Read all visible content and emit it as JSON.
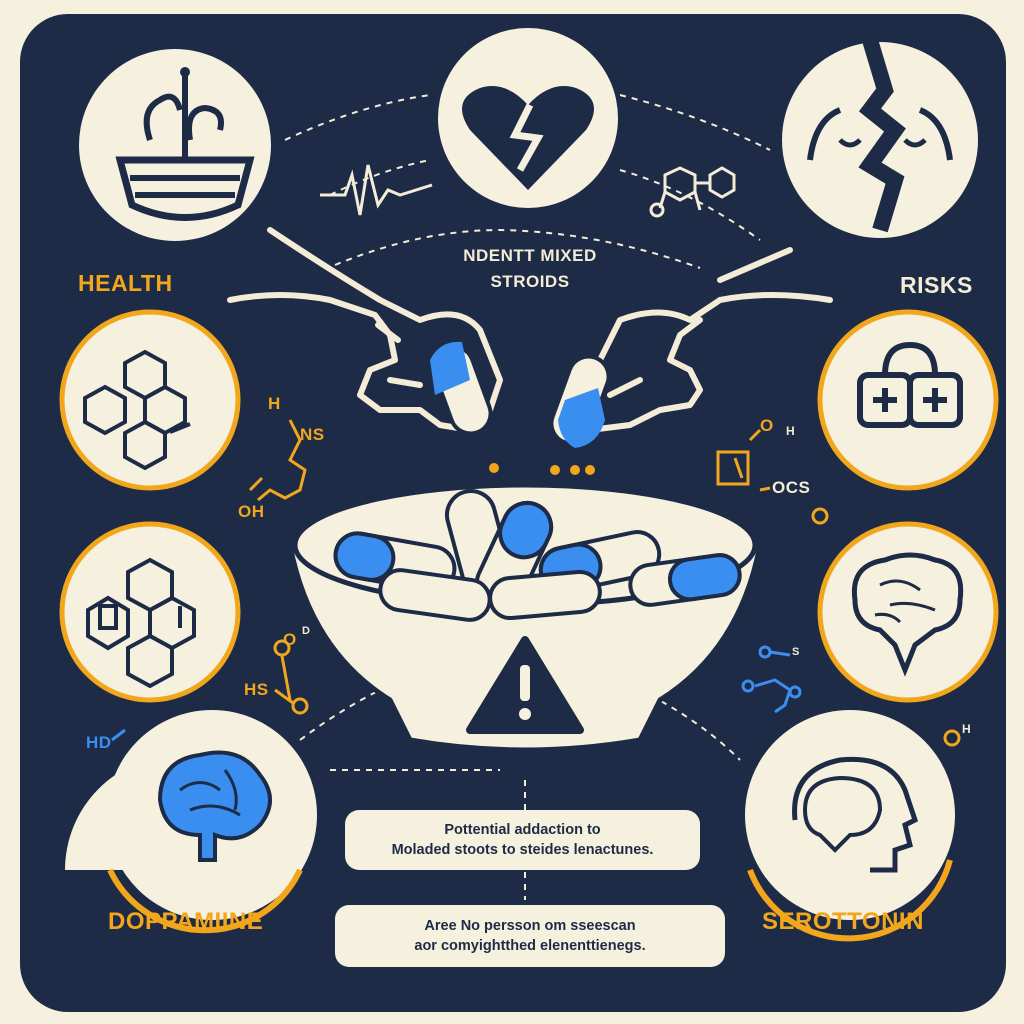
{
  "labels": {
    "health": "HEALTH",
    "risks": "RISKS",
    "dopamine": "DOPPAMIINE",
    "serotonin": "SEROTTONIN",
    "center_line1": "NDENTT MIXED",
    "center_line2": "STROIDS"
  },
  "chem_labels": {
    "h_ns_h": "H",
    "h_ns_ns": "NS",
    "oh_left": "OH",
    "o_right": "O",
    "h_right": "H",
    "ocs": "OCS",
    "o_small": "O",
    "d_small": "D",
    "hs": "HS",
    "hd": "HD",
    "s_small": "S",
    "o_h_far": "O",
    "h_far": "H"
  },
  "callouts": {
    "top_line1": "Pottential addaction to",
    "top_line2": "Moladed stoots to steides lenactunes.",
    "bottom_line1": "Aree No persson om sseescan",
    "bottom_line2": "aor comyightthed elenenttienegs."
  },
  "colors": {
    "navy": "#1d2b47",
    "cream": "#f6f0de",
    "orange": "#f2a61c",
    "blue": "#3a8ef0"
  }
}
